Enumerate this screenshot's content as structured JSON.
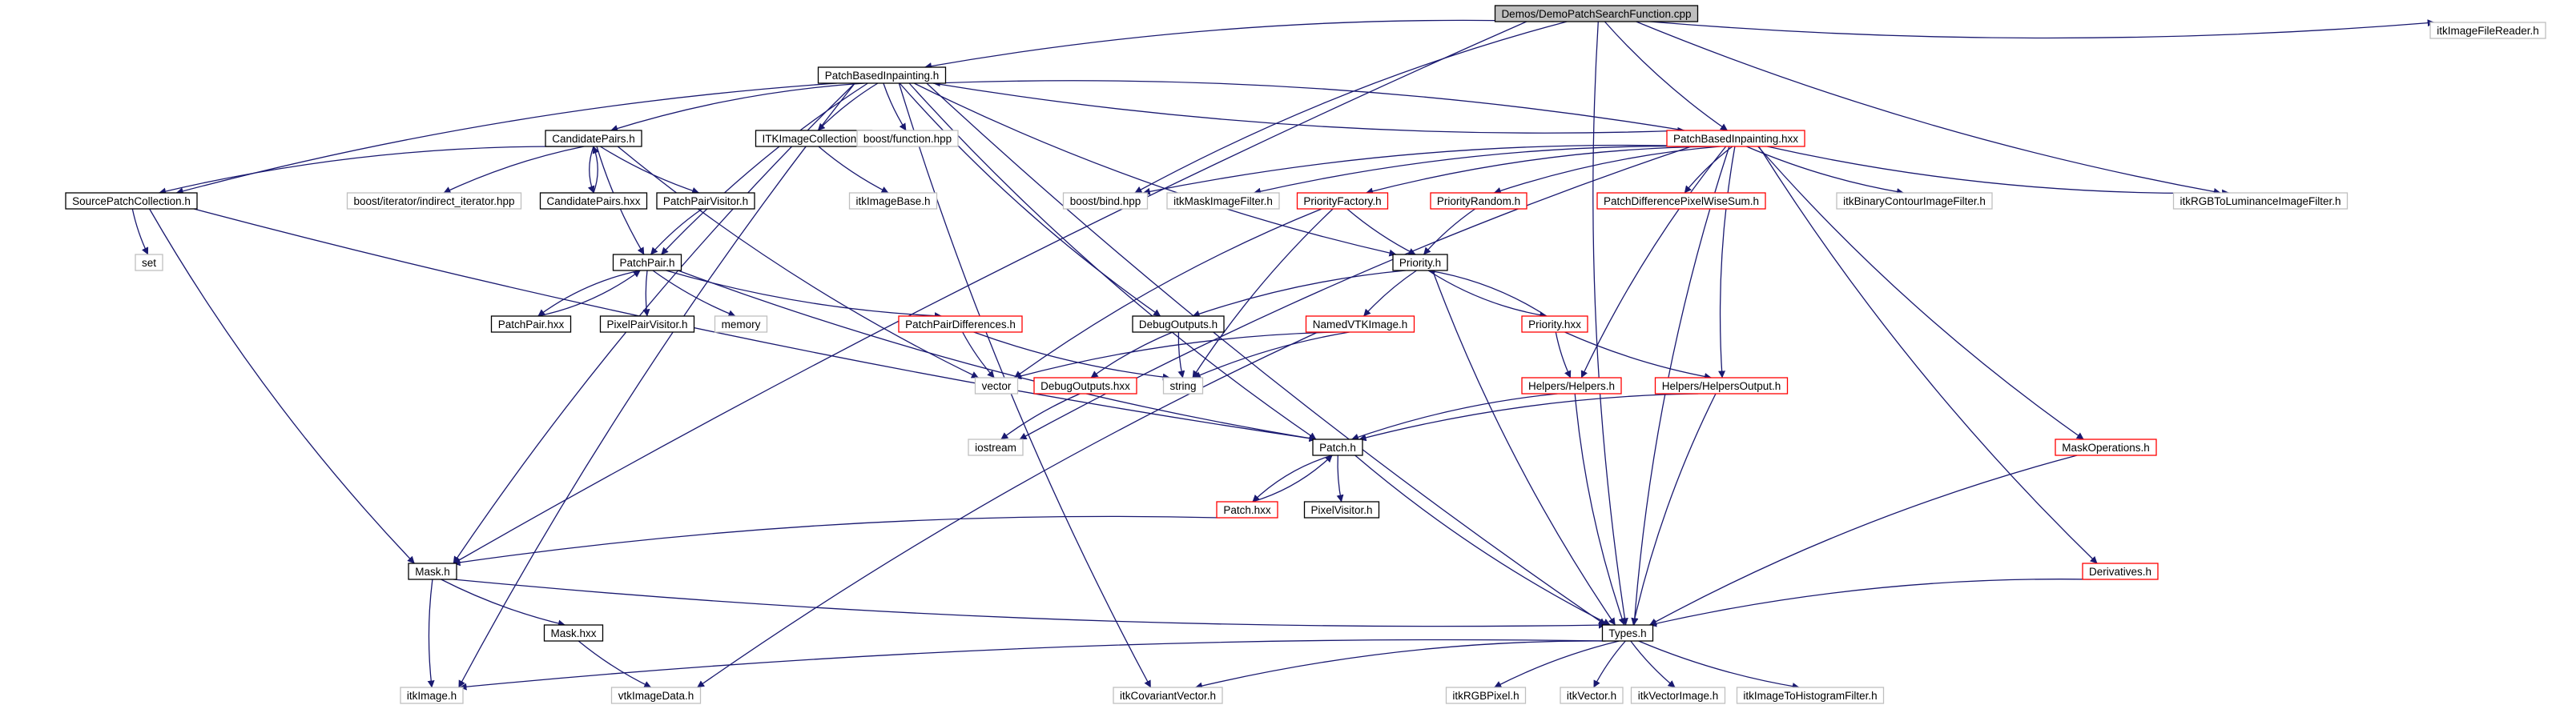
{
  "colors": {
    "edge": "#191970",
    "focus_fill": "#bfbfbf",
    "plain_border": "#000000",
    "red_border": "#ff0000",
    "external_border": "#bfbfbf"
  },
  "nodes": [
    {
      "id": "demo",
      "label": "Demos/DemoPatchSearchFunction.cpp",
      "style": "focus"
    },
    {
      "id": "pbi_h",
      "label": "PatchBasedInpainting.h",
      "style": "plain"
    },
    {
      "id": "itkfilereader",
      "label": "itkImageFileReader.h",
      "style": "external"
    },
    {
      "id": "candpairs_h",
      "label": "CandidatePairs.h",
      "style": "plain"
    },
    {
      "id": "itkimgcoll_h",
      "label": "ITKImageCollection.h",
      "style": "plain"
    },
    {
      "id": "boostfunction",
      "label": "boost/function.hpp",
      "style": "external"
    },
    {
      "id": "pbi_hxx",
      "label": "PatchBasedInpainting.hxx",
      "style": "red"
    },
    {
      "id": "srcpatchcoll_h",
      "label": "SourcePatchCollection.h",
      "style": "plain"
    },
    {
      "id": "boostindirect",
      "label": "boost/iterator/indirect_iterator.hpp",
      "style": "external"
    },
    {
      "id": "candpairs_hxx",
      "label": "CandidatePairs.hxx",
      "style": "plain"
    },
    {
      "id": "patchpairvisitor_h",
      "label": "PatchPairVisitor.h",
      "style": "plain"
    },
    {
      "id": "itkimagebase",
      "label": "itkImageBase.h",
      "style": "external"
    },
    {
      "id": "boostbind",
      "label": "boost/bind.hpp",
      "style": "external"
    },
    {
      "id": "itkmaskfilter",
      "label": "itkMaskImageFilter.h",
      "style": "external"
    },
    {
      "id": "priorityfactory_h",
      "label": "PriorityFactory.h",
      "style": "red"
    },
    {
      "id": "priorityrandom_h",
      "label": "PriorityRandom.h",
      "style": "red"
    },
    {
      "id": "pdiffpixelwisesum_h",
      "label": "PatchDifferencePixelWiseSum.h",
      "style": "red"
    },
    {
      "id": "itkbinarycontour",
      "label": "itkBinaryContourImageFilter.h",
      "style": "external"
    },
    {
      "id": "itkrgbtolum",
      "label": "itkRGBToLuminanceImageFilter.h",
      "style": "external"
    },
    {
      "id": "set",
      "label": "set",
      "style": "external"
    },
    {
      "id": "patchpair_h",
      "label": "PatchPair.h",
      "style": "plain"
    },
    {
      "id": "priority_h",
      "label": "Priority.h",
      "style": "plain"
    },
    {
      "id": "patchpair_hxx",
      "label": "PatchPair.hxx",
      "style": "plain"
    },
    {
      "id": "pixelpairvisitor_h",
      "label": "PixelPairVisitor.h",
      "style": "plain"
    },
    {
      "id": "memory",
      "label": "memory",
      "style": "external"
    },
    {
      "id": "patchpairdiffs_h",
      "label": "PatchPairDifferences.h",
      "style": "red"
    },
    {
      "id": "debugoutputs_h",
      "label": "DebugOutputs.h",
      "style": "plain"
    },
    {
      "id": "namedvtkimage_h",
      "label": "NamedVTKImage.h",
      "style": "red"
    },
    {
      "id": "priority_hxx",
      "label": "Priority.hxx",
      "style": "red"
    },
    {
      "id": "vector",
      "label": "vector",
      "style": "external"
    },
    {
      "id": "string",
      "label": "string",
      "style": "external"
    },
    {
      "id": "debugoutputs_hxx",
      "label": "DebugOutputs.hxx",
      "style": "red"
    },
    {
      "id": "helpers_h",
      "label": "Helpers/Helpers.h",
      "style": "red"
    },
    {
      "id": "helpersoutput_h",
      "label": "Helpers/HelpersOutput.h",
      "style": "red"
    },
    {
      "id": "iostream",
      "label": "iostream",
      "style": "external"
    },
    {
      "id": "maskops_h",
      "label": "MaskOperations.h",
      "style": "red"
    },
    {
      "id": "patch_h",
      "label": "Patch.h",
      "style": "plain"
    },
    {
      "id": "patch_hxx",
      "label": "Patch.hxx",
      "style": "red"
    },
    {
      "id": "pixelvisitor_h",
      "label": "PixelVisitor.h",
      "style": "plain"
    },
    {
      "id": "mask_h",
      "label": "Mask.h",
      "style": "plain"
    },
    {
      "id": "derivatives_h",
      "label": "Derivatives.h",
      "style": "red"
    },
    {
      "id": "mask_hxx",
      "label": "Mask.hxx",
      "style": "plain"
    },
    {
      "id": "types_h",
      "label": "Types.h",
      "style": "plain"
    },
    {
      "id": "itkimage",
      "label": "itkImage.h",
      "style": "external"
    },
    {
      "id": "vtkimagedata",
      "label": "vtkImageData.h",
      "style": "external"
    },
    {
      "id": "itkcovvector",
      "label": "itkCovariantVector.h",
      "style": "external"
    },
    {
      "id": "itkrgbpixel",
      "label": "itkRGBPixel.h",
      "style": "external"
    },
    {
      "id": "itkvector",
      "label": "itkVector.h",
      "style": "external"
    },
    {
      "id": "itkvectorimage",
      "label": "itkVectorImage.h",
      "style": "external"
    },
    {
      "id": "itkimagetohist",
      "label": "itkImageToHistogramFilter.h",
      "style": "external"
    }
  ],
  "edges": [
    [
      "demo",
      "pbi_h"
    ],
    [
      "demo",
      "itkfilereader"
    ],
    [
      "demo",
      "boostbind"
    ],
    [
      "demo",
      "pbi_hxx"
    ],
    [
      "demo",
      "itkrgbtolum"
    ],
    [
      "demo",
      "mask_h"
    ],
    [
      "demo",
      "types_h"
    ],
    [
      "pbi_h",
      "candpairs_h"
    ],
    [
      "pbi_h",
      "itkimgcoll_h"
    ],
    [
      "pbi_h",
      "boostfunction"
    ],
    [
      "pbi_h",
      "pbi_hxx"
    ],
    [
      "pbi_h",
      "srcpatchcoll_h"
    ],
    [
      "pbi_h",
      "patchpair_h"
    ],
    [
      "pbi_h",
      "priority_h"
    ],
    [
      "pbi_h",
      "debugoutputs_h"
    ],
    [
      "pbi_h",
      "patch_h"
    ],
    [
      "pbi_h",
      "mask_h"
    ],
    [
      "pbi_h",
      "types_h"
    ],
    [
      "pbi_h",
      "itkimage"
    ],
    [
      "pbi_h",
      "itkcovvector"
    ],
    [
      "pbi_hxx",
      "pbi_h"
    ],
    [
      "pbi_hxx",
      "boostbind"
    ],
    [
      "pbi_hxx",
      "itkmaskfilter"
    ],
    [
      "pbi_hxx",
      "priorityfactory_h"
    ],
    [
      "pbi_hxx",
      "priorityrandom_h"
    ],
    [
      "pbi_hxx",
      "pdiffpixelwisesum_h"
    ],
    [
      "pbi_hxx",
      "itkbinarycontour"
    ],
    [
      "pbi_hxx",
      "itkrgbtolum"
    ],
    [
      "pbi_hxx",
      "helpers_h"
    ],
    [
      "pbi_hxx",
      "helpersoutput_h"
    ],
    [
      "pbi_hxx",
      "maskops_h"
    ],
    [
      "pbi_hxx",
      "derivatives_h"
    ],
    [
      "pbi_hxx",
      "types_h"
    ],
    [
      "pbi_hxx",
      "iostream"
    ],
    [
      "candpairs_h",
      "srcpatchcoll_h"
    ],
    [
      "candpairs_h",
      "boostindirect"
    ],
    [
      "candpairs_h",
      "candpairs_hxx"
    ],
    [
      "candpairs_h",
      "patchpairvisitor_h"
    ],
    [
      "candpairs_h",
      "patchpair_h"
    ],
    [
      "candpairs_h",
      "vector"
    ],
    [
      "candpairs_hxx",
      "candpairs_h"
    ],
    [
      "itkimgcoll_h",
      "itkimagebase"
    ],
    [
      "srcpatchcoll_h",
      "set"
    ],
    [
      "srcpatchcoll_h",
      "patch_h"
    ],
    [
      "srcpatchcoll_h",
      "mask_h"
    ],
    [
      "patchpairvisitor_h",
      "patchpair_h"
    ],
    [
      "patchpair_h",
      "patchpair_hxx"
    ],
    [
      "patchpair_h",
      "pixelpairvisitor_h"
    ],
    [
      "patchpair_h",
      "memory"
    ],
    [
      "patchpair_h",
      "patchpairdiffs_h"
    ],
    [
      "patchpair_h",
      "patch_h"
    ],
    [
      "patchpair_hxx",
      "patchpair_h"
    ],
    [
      "patchpairdiffs_h",
      "vector"
    ],
    [
      "patchpairdiffs_h",
      "string"
    ],
    [
      "priorityfactory_h",
      "priority_h"
    ],
    [
      "priorityfactory_h",
      "vector"
    ],
    [
      "priorityfactory_h",
      "string"
    ],
    [
      "priorityrandom_h",
      "priority_h"
    ],
    [
      "priority_h",
      "debugoutputs_h"
    ],
    [
      "priority_h",
      "namedvtkimage_h"
    ],
    [
      "priority_h",
      "priority_hxx"
    ],
    [
      "priority_h",
      "types_h"
    ],
    [
      "priority_hxx",
      "priority_h"
    ],
    [
      "priority_hxx",
      "helpers_h"
    ],
    [
      "priority_hxx",
      "helpersoutput_h"
    ],
    [
      "debugoutputs_h",
      "debugoutputs_hxx"
    ],
    [
      "debugoutputs_h",
      "string"
    ],
    [
      "debugoutputs_hxx",
      "iostream"
    ],
    [
      "namedvtkimage_h",
      "vector"
    ],
    [
      "namedvtkimage_h",
      "string"
    ],
    [
      "namedvtkimage_h",
      "vtkimagedata"
    ],
    [
      "helpers_h",
      "patch_h"
    ],
    [
      "helpers_h",
      "types_h"
    ],
    [
      "helpersoutput_h",
      "patch_h"
    ],
    [
      "helpersoutput_h",
      "types_h"
    ],
    [
      "patch_h",
      "patch_hxx"
    ],
    [
      "patch_h",
      "pixelvisitor_h"
    ],
    [
      "patch_h",
      "types_h"
    ],
    [
      "patch_hxx",
      "patch_h"
    ],
    [
      "patch_hxx",
      "mask_h"
    ],
    [
      "mask_h",
      "mask_hxx"
    ],
    [
      "mask_h",
      "types_h"
    ],
    [
      "mask_h",
      "itkimage"
    ],
    [
      "mask_hxx",
      "vtkimagedata"
    ],
    [
      "maskops_h",
      "types_h"
    ],
    [
      "derivatives_h",
      "types_h"
    ],
    [
      "types_h",
      "itkimage"
    ],
    [
      "types_h",
      "itkcovvector"
    ],
    [
      "types_h",
      "itkrgbpixel"
    ],
    [
      "types_h",
      "itkvector"
    ],
    [
      "types_h",
      "itkvectorimage"
    ],
    [
      "types_h",
      "itkimagetohist"
    ]
  ]
}
